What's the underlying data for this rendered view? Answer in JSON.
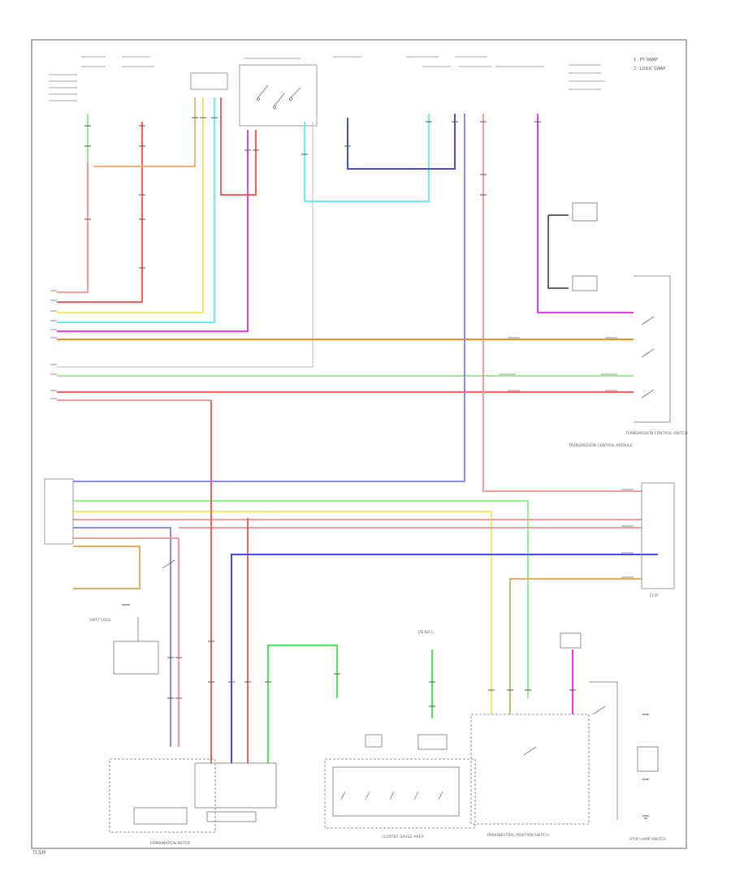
{
  "legend": [
    "1 : PT SWAP",
    "2 : LOGIC SWAP"
  ],
  "labels": {
    "transmission_control_switch": "TRANSMISSION CONTROL SWITCH",
    "automatic_meter_assembly": "COMBINATION METER",
    "transmission_control_module": "TRANSMISSION CONTROL MODULE",
    "ecm": "ECM",
    "shift_lock_unit": "SHIFT LOCK",
    "stop_lamp_switch": "STOP LAMP SWITCH",
    "park_neutral_position_switch": "PARK/NEUTRAL POSITION SWITCH",
    "gauge_area": "CLUSTER GAUGE AREA",
    "junction_block": "J/B NO.1"
  },
  "wire_colors": {
    "red": "#ff5c5c",
    "pink": "#ff9a9a",
    "yellow": "#f5e96a",
    "cyan": "#66f0f5",
    "magenta": "#e83ee8",
    "orange": "#ff8c1a",
    "green": "#4fe84f",
    "lightgreen": "#8ff28f",
    "blue": "#4a4ae8",
    "violet": "#8a8aff",
    "tan": "#d9b36b",
    "gray": "#999999",
    "black": "#222222"
  },
  "footer": "TCSM"
}
